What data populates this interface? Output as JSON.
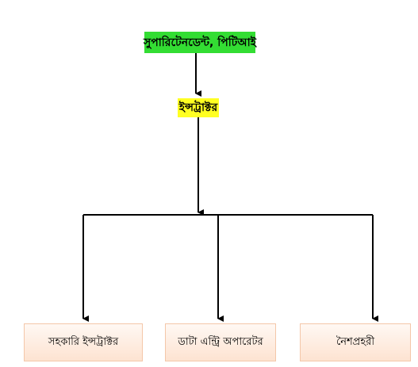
{
  "diagram": {
    "root": {
      "label": "সুপারিটেনডেন্ট, পিটিআই",
      "highlight_color": "#33dd33"
    },
    "middle": {
      "label": "ইন্সট্রাক্টর",
      "highlight_color": "#ffff22"
    },
    "children": [
      {
        "label": "সহকারি ইন্সট্রাক্টর"
      },
      {
        "label": "ডাটা এন্ট্রি অপারেটর"
      },
      {
        "label": "নৈশপ্রহরী"
      }
    ],
    "connector_color": "#000000",
    "child_fill": "#fde3d1",
    "child_border": "#f4c7a9"
  }
}
